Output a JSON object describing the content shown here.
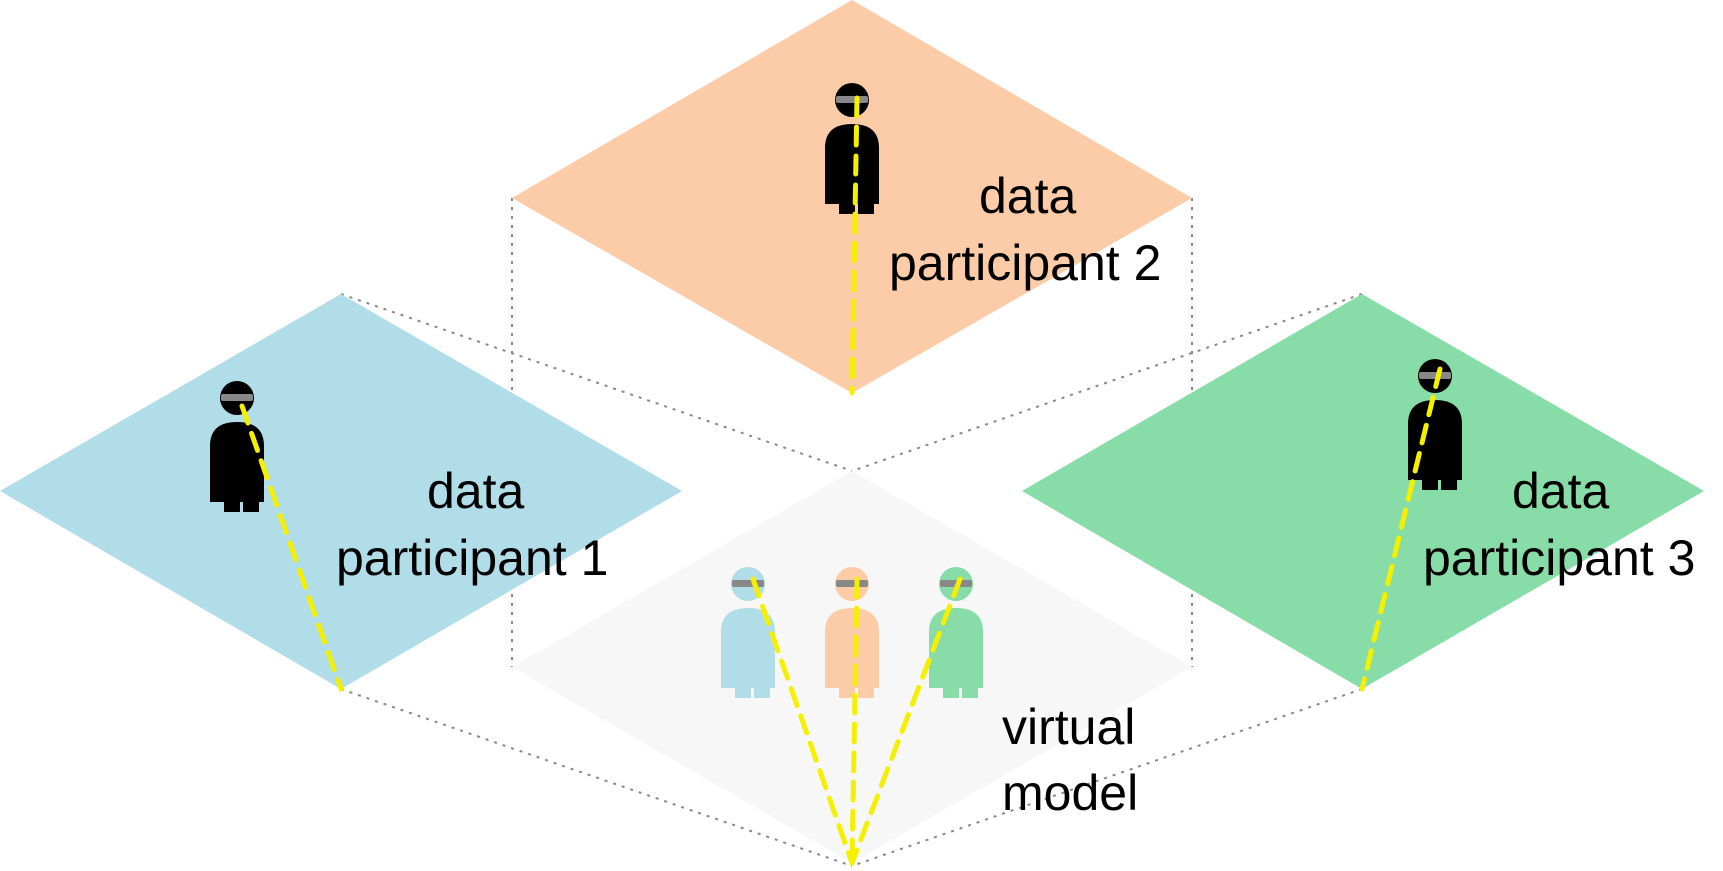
{
  "colors": {
    "participant_1": "#b0dde8",
    "participant_2": "#fccca8",
    "participant_3": "#88dca8",
    "virtual_model": "#f7f7f7",
    "person": "#000000",
    "goggles": "#888888",
    "gaze_line": "#f4f000"
  },
  "panels": {
    "p1": {
      "line1": "data",
      "line2": "participant 1"
    },
    "p2": {
      "line1": "data",
      "line2": "participant 2"
    },
    "p3": {
      "line1": "data",
      "line2": "participant 3"
    },
    "virtual": {
      "line1": "virtual",
      "line2": "model"
    }
  },
  "icons": {
    "person": "person-with-vr-headset-icon"
  }
}
